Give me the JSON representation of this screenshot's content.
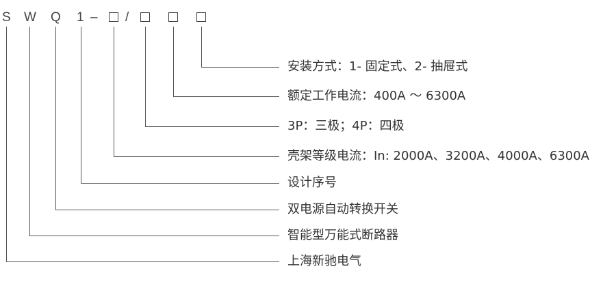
{
  "code": {
    "chars": [
      "S",
      "W",
      "Q",
      "1",
      "–",
      "/"
    ],
    "placeholders": [
      "□",
      "□",
      "□",
      "□"
    ]
  },
  "labels": [
    "安装方式：1- 固定式、2- 抽屉式",
    "额定工作电流：400A ～ 6300A",
    "3P：三极；4P：四极",
    "壳架等级电流：In: 2000A、3200A、4000A、6300A",
    "设计序号",
    "双电源自动转换开关",
    "智能型万能式断路器",
    "上海新驰电气"
  ]
}
